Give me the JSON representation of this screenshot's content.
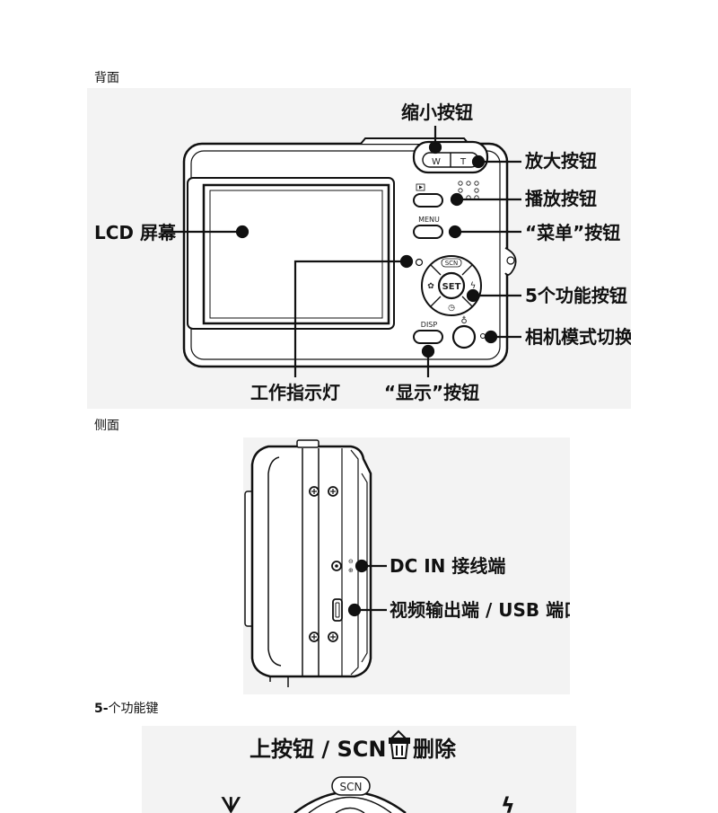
{
  "sections": {
    "back_title": "背面",
    "side_title": "侧面",
    "keys_title_num": "5-",
    "keys_title_text": "个功能键"
  },
  "back": {
    "zoom_out": "缩小按钮",
    "zoom_in": "放大按钮",
    "play": "播放按钮",
    "menu": "“菜单”按钮",
    "lcd": "LCD 屏幕",
    "five_keys": "5个功能按钮",
    "mode_switch": "相机模式切换",
    "work_light": "工作指示灯",
    "display": "“显示”按钮",
    "w_mark": "W",
    "t_mark": "T",
    "menu_mark": "MENU",
    "disp_mark": "DISP",
    "scn_mark": "SCN",
    "set_mark": "SET"
  },
  "side": {
    "dc_in": "DC IN 接线端",
    "video_usb": "视频输出端 / USB 端口"
  },
  "keys": {
    "up_label_a": "上按钮 / SCN /",
    "up_label_b": "删除",
    "scn_mark": "SCN"
  },
  "icons": [
    "play-icon",
    "trash-icon",
    "macro-icon",
    "flash-icon",
    "timer-icon",
    "mic-icon"
  ]
}
